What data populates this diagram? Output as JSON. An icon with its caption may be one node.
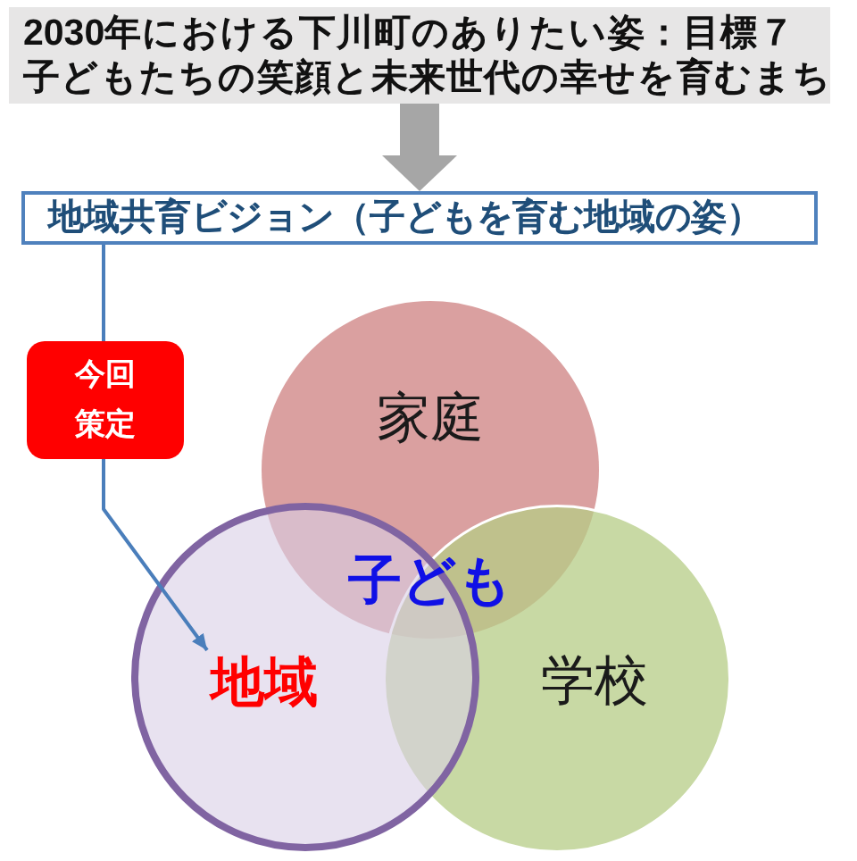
{
  "diagram": {
    "nodes": [
      {
        "text": [
          "2030年における下川町のありたい姿：目標７",
          "子どもたちの笑顔と未来世代の幸せを育むまち"
        ]
      },
      {
        "text": [
          "地域共育ビジョン（子どもを育む地域の姿）"
        ]
      },
      {
        "text": [
          "今回策定"
        ]
      },
      {
        "text": [
          "家庭"
        ]
      },
      {
        "text": [
          "地域"
        ]
      },
      {
        "text": [
          "学校"
        ]
      }
    ],
    "edges": [
      {
        "from": 0,
        "to": 1,
        "arrow": "to",
        "style": "thick",
        "color": "#a6a6a6"
      },
      {
        "from": 1,
        "to": 2,
        "arrow": "none"
      },
      {
        "from": 2,
        "to": 4,
        "arrow": "to"
      }
    ],
    "labels": [
      "子ども"
    ]
  }
}
